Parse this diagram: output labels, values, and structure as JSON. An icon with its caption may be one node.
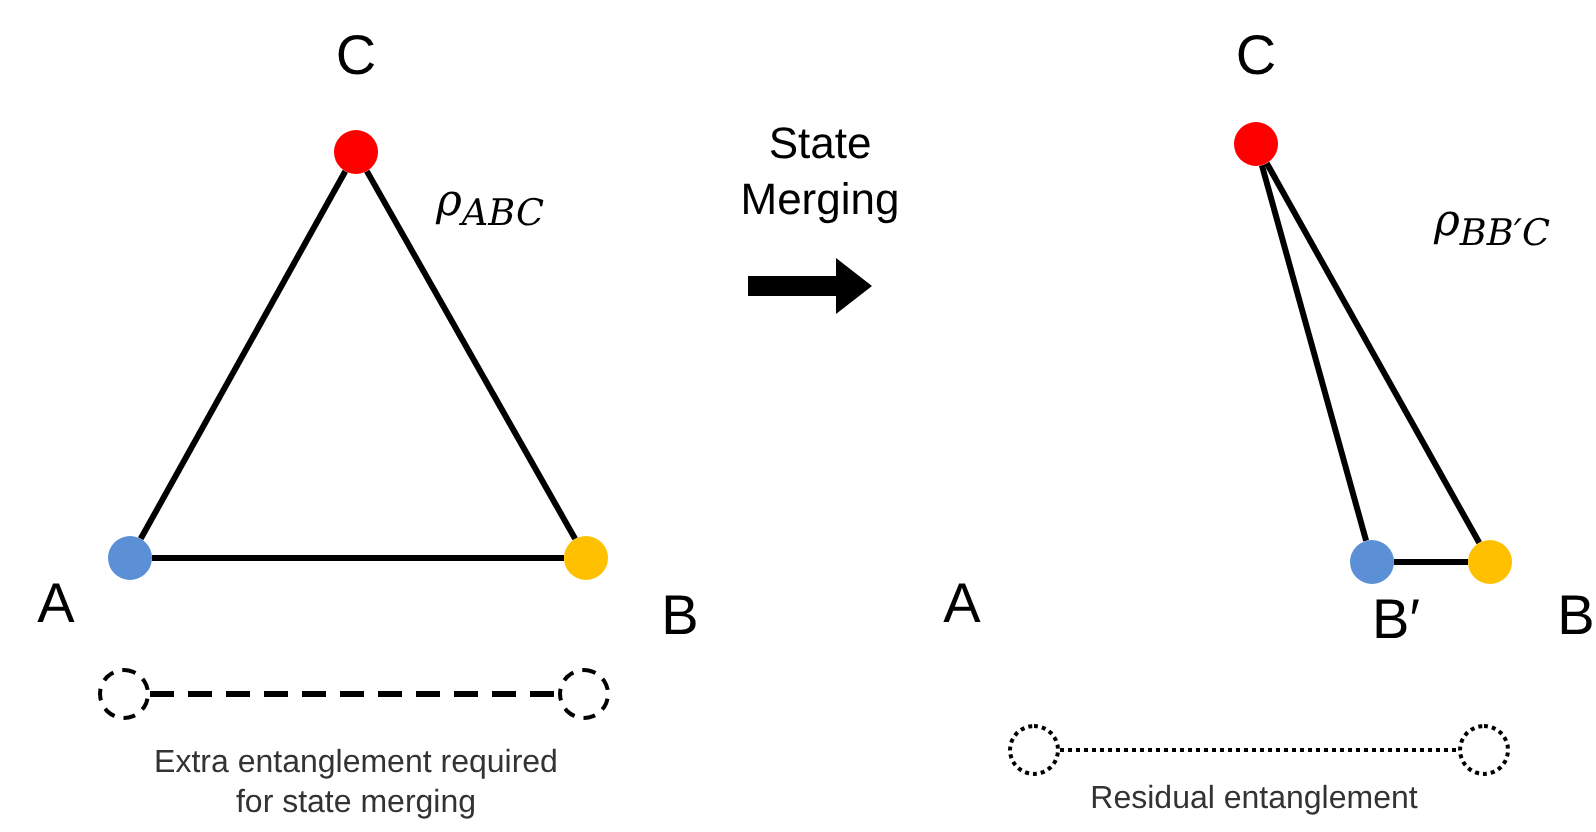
{
  "diagram": {
    "nodes": [
      {
        "text": [],
        "shape": "circle",
        "beside": [
          "C"
        ]
      },
      {
        "text": [],
        "shape": "circle",
        "beside": [
          "A"
        ]
      },
      {
        "text": [],
        "shape": "circle",
        "beside": [
          "B"
        ]
      },
      {
        "text": [],
        "shape": "circle"
      },
      {
        "text": [],
        "shape": "circle"
      },
      {
        "text": [],
        "shape": "circle",
        "beside": [
          "C"
        ]
      },
      {
        "text": [],
        "shape": "circle",
        "beside": [
          "B′"
        ]
      },
      {
        "text": [],
        "shape": "circle",
        "beside": [
          "B"
        ]
      },
      {
        "text": [],
        "shape": "circle"
      },
      {
        "text": [],
        "shape": "circle"
      }
    ],
    "edges": [
      {
        "from": 0,
        "to": 1,
        "arrow": "none"
      },
      {
        "from": 0,
        "to": 2,
        "arrow": "none"
      },
      {
        "from": 1,
        "to": 2,
        "arrow": "none"
      },
      {
        "from": 3,
        "to": 4,
        "arrow": "none",
        "style": "dashed"
      },
      {
        "from": 5,
        "to": 6,
        "arrow": "none"
      },
      {
        "from": 5,
        "to": 7,
        "arrow": "none"
      },
      {
        "from": 6,
        "to": 7,
        "arrow": "none"
      },
      {
        "from": 8,
        "to": 9,
        "arrow": "none",
        "style": "dashed"
      }
    ],
    "labels": [
      "State Merging",
      "ρ$_{ABC}$",
      "ρ$_{BB′C}$",
      "A",
      "Extra entanglement required for state merging",
      "Residual entanglement"
    ]
  }
}
